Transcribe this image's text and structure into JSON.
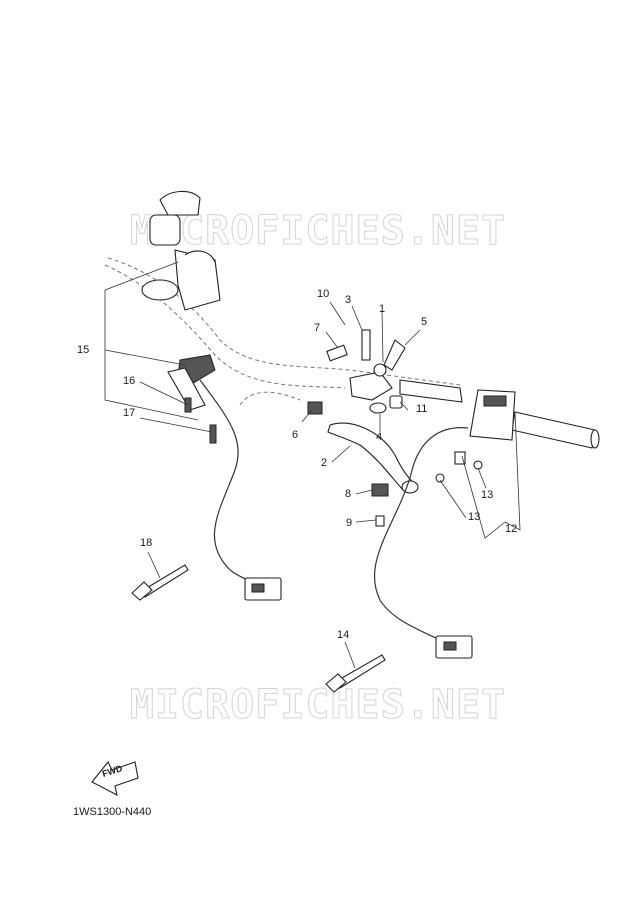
{
  "watermark": {
    "top": "MICROFICHES.NET",
    "bottom": "MICROFICHES.NET"
  },
  "callouts": [
    {
      "label": "1"
    },
    {
      "label": "2"
    },
    {
      "label": "3"
    },
    {
      "label": "4"
    },
    {
      "label": "5"
    },
    {
      "label": "6"
    },
    {
      "label": "7"
    },
    {
      "label": "8"
    },
    {
      "label": "9"
    },
    {
      "label": "10"
    },
    {
      "label": "11"
    },
    {
      "label": "12"
    },
    {
      "label": "13"
    },
    {
      "label": "13"
    },
    {
      "label": "14"
    },
    {
      "label": "15"
    },
    {
      "label": "16"
    },
    {
      "label": "17"
    },
    {
      "label": "18"
    }
  ],
  "fwd_label": "FWD",
  "diagram_code": "1WS1300-N440",
  "colors": {
    "ink": "#222222",
    "watermark_outline": "#d4d4d4"
  }
}
